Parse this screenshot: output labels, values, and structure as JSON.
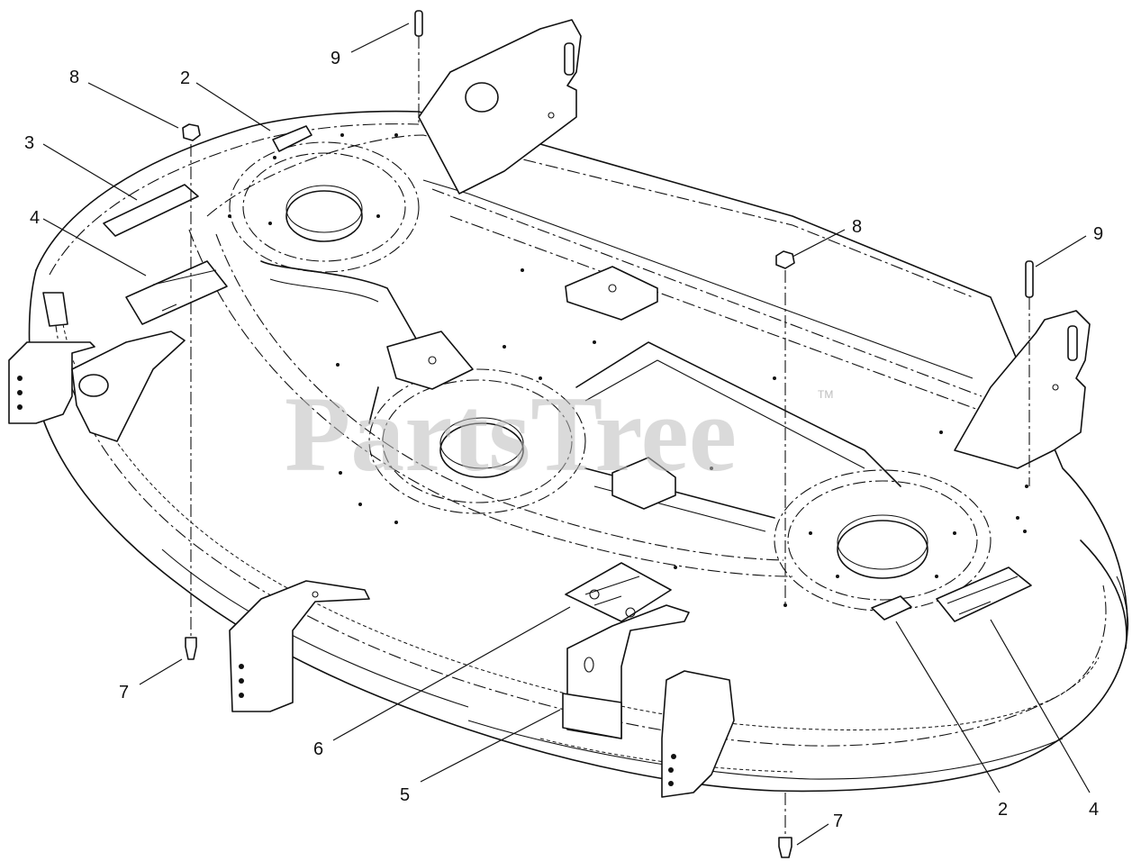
{
  "watermark": {
    "text": "PartsTree",
    "trademark": "TM"
  },
  "callouts": [
    {
      "id": "c9-top",
      "label": "9"
    },
    {
      "id": "c8-left",
      "label": "8"
    },
    {
      "id": "c2-top",
      "label": "2"
    },
    {
      "id": "c3",
      "label": "3"
    },
    {
      "id": "c4-left",
      "label": "4"
    },
    {
      "id": "c8-right",
      "label": "8"
    },
    {
      "id": "c9-right",
      "label": "9"
    },
    {
      "id": "c7-left",
      "label": "7"
    },
    {
      "id": "c6",
      "label": "6"
    },
    {
      "id": "c5",
      "label": "5"
    },
    {
      "id": "c2-bottom",
      "label": "2"
    },
    {
      "id": "c4-right",
      "label": "4"
    },
    {
      "id": "c7-bottom",
      "label": "7"
    }
  ]
}
